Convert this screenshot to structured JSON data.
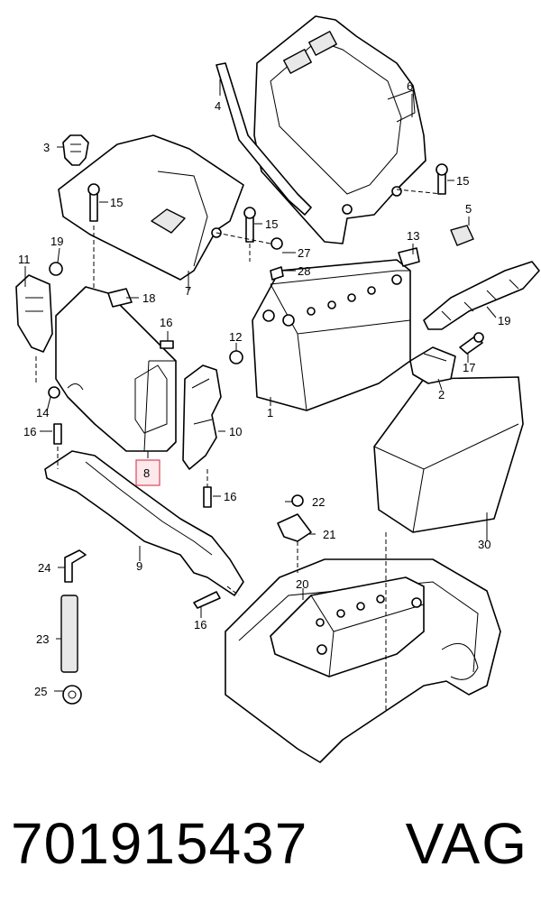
{
  "callouts": {
    "c1": "1",
    "c2": "2",
    "c3": "3",
    "c4": "4",
    "c5": "5",
    "c6": "6",
    "c7": "7",
    "c8": "8",
    "c9": "9",
    "c10": "10",
    "c11": "11",
    "c12": "12",
    "c13": "13",
    "c14": "14",
    "c15a": "15",
    "c15b": "15",
    "c15c": "15",
    "c16a": "16",
    "c16b": "16",
    "c16c": "16",
    "c16d": "16",
    "c17": "17",
    "c18": "18",
    "c19a": "19",
    "c19b": "19",
    "c20": "20",
    "c21": "21",
    "c22": "22",
    "c23": "23",
    "c24": "24",
    "c25": "25",
    "c27": "27",
    "c28": "28",
    "c30": "30"
  },
  "highlight_color": "#d9485a",
  "footer": {
    "part_number": "701915437",
    "brand": "VAG"
  }
}
